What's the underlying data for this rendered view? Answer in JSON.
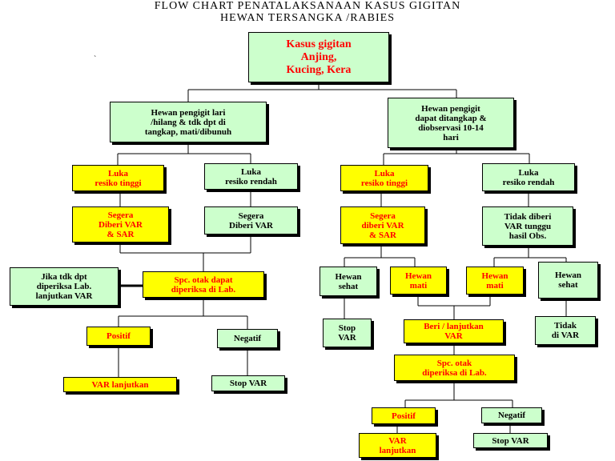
{
  "title": {
    "line1": "FLOW CHART PENATALAKSANAAN KASUS GIGITAN",
    "line2": "HEWAN TERSANGKA /RABIES"
  },
  "nodes": {
    "root": "Kasus gigitan\nAnjing,\nKucing, Kera",
    "left_branch": "Hewan pengigit lari\n/hilang & tdk dpt di\ntangkap, mati/dibunuh",
    "right_branch": "Hewan pengigit\ndapat ditangkap &\ndiobservasi 10-14\nhari",
    "l_high_risk": "Luka\nresiko tinggi",
    "l_low_risk": "Luka\nresiko rendah",
    "l_var_sar": "Segera\nDiberi VAR\n& SAR",
    "l_var": "Segera\nDiberi VAR",
    "l_no_lab": "Jika tdk dpt\ndiperiksa Lab.\nlanjutkan VAR",
    "l_lab": "Spc. otak dapat\ndiperiksa di Lab.",
    "l_positive": "Positif",
    "l_negative": "Negatif",
    "l_var_continue": "VAR lanjutkan",
    "l_stop_var": "Stop VAR",
    "r_high_risk": "Luka\nresiko tinggi",
    "r_low_risk": "Luka\nresiko rendah",
    "r_var_sar": "Segera\ndiberi VAR\n& SAR",
    "r_wait_obs": "Tidak diberi\nVAR tunggu\nhasil Obs.",
    "r_healthy_1": "Hewan\nsehat",
    "r_dead_1": "Hewan\nmati",
    "r_dead_2": "Hewan\nmati",
    "r_healthy_2": "Hewan\nsehat",
    "r_stop_var_1": "Stop\nVAR",
    "r_give_var": "Beri / lanjutkan\nVAR",
    "r_no_var": "Tidak\ndi VAR",
    "r_lab": "Spc. otak\ndiperiksa di Lab.",
    "r_positive": "Positif",
    "r_negative": "Negatif",
    "r_var_continue": "VAR\nlanjutkan",
    "r_stop_var_2": "Stop VAR"
  }
}
